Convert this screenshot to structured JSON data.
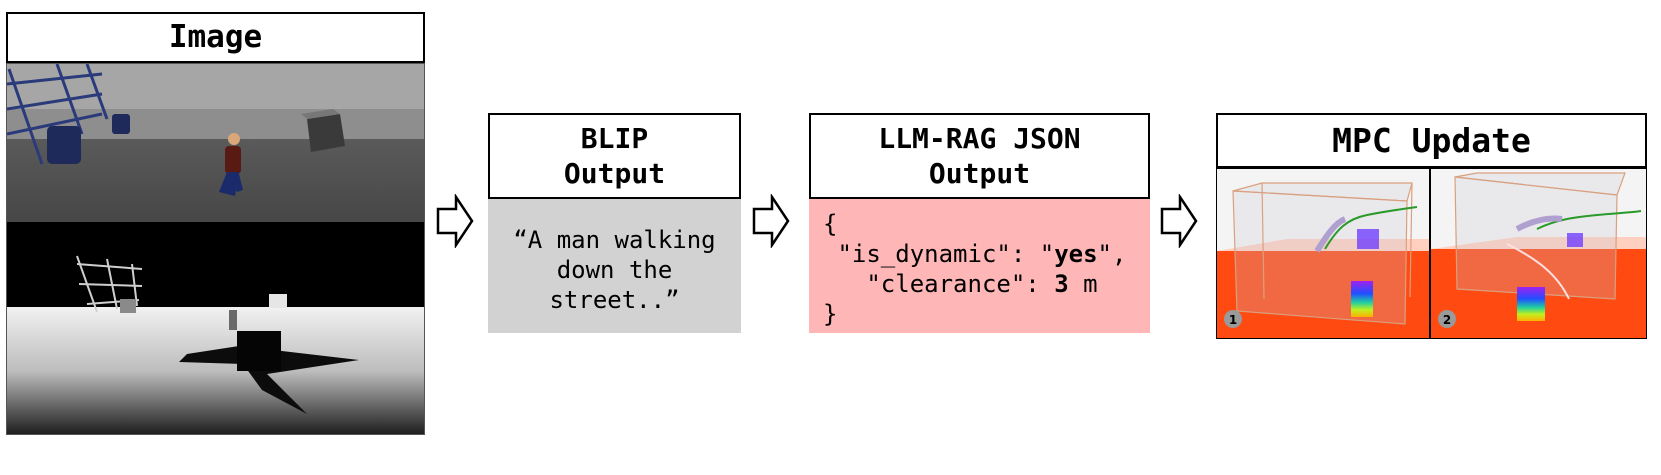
{
  "image_panel": {
    "title": "Image"
  },
  "blip": {
    "title_line1": "BLIP",
    "title_line2": "Output",
    "caption_line1": "“A man walking",
    "caption_line2": "down the",
    "caption_line3": "street..”"
  },
  "json_output": {
    "title_line1": "LLM-RAG JSON",
    "title_line2": "Output",
    "open_brace": "{",
    "key1": " \"is_dynamic\": \"",
    "val1": "yes",
    "key1_end": "\",",
    "key2": "   \"clearance\": ",
    "val2": "3",
    "unit2": " m",
    "close_brace": "}"
  },
  "mpc": {
    "title": "MPC Update",
    "view1_badge": "1",
    "view2_badge": "2"
  },
  "colors": {
    "blip_bg": "#d2d2d2",
    "json_bg": "#ffb6b6",
    "pointcloud": "#ff4a12"
  }
}
